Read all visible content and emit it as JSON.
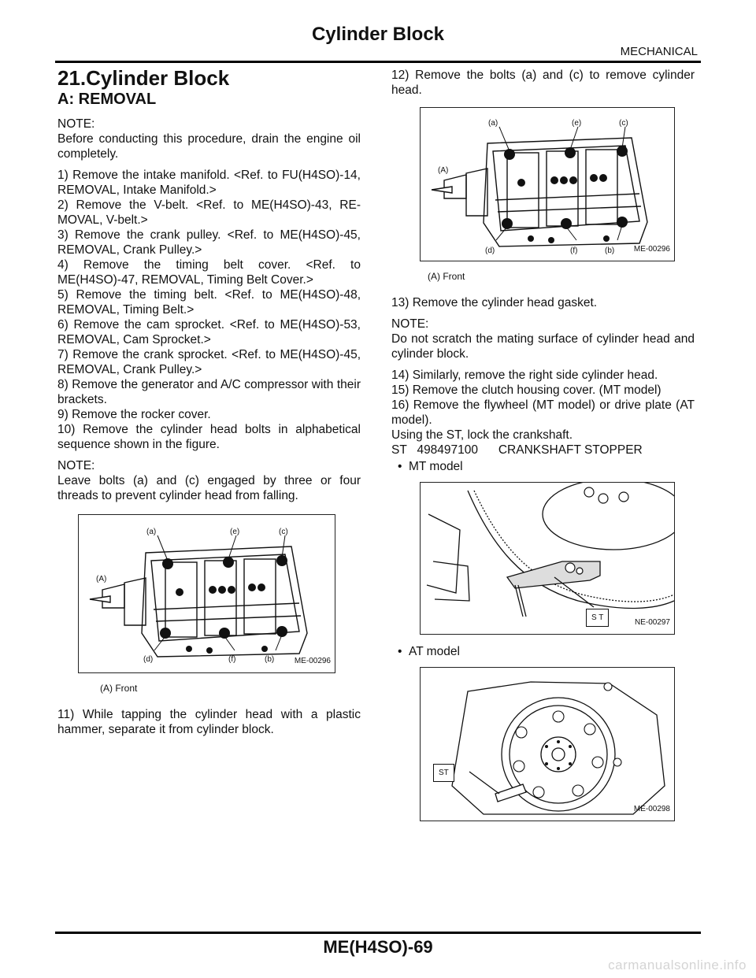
{
  "header": {
    "title": "Cylinder Block",
    "section": "MECHANICAL"
  },
  "main_title": "21.Cylinder Block",
  "sub_title": "A: REMOVAL",
  "left_column": {
    "note1_title": "NOTE:",
    "note1_text": "Before conducting this procedure, drain the engine oil completely.",
    "steps": [
      "1) Remove the intake manifold. <Ref. to FU(H4SO)-14, REMOVAL, Intake Manifold.>",
      "2) Remove the V-belt. <Ref. to ME(H4SO)-43, RE-MOVAL, V-belt.>",
      "3) Remove the crank pulley. <Ref. to ME(H4SO)-45, REMOVAL, Crank Pulley.>",
      "4) Remove the timing belt cover. <Ref. to ME(H4SO)-47, REMOVAL, Timing Belt Cover.>",
      "5) Remove the timing belt. <Ref. to ME(H4SO)-48, REMOVAL, Timing Belt.>",
      "6) Remove the cam sprocket. <Ref. to ME(H4SO)-53, REMOVAL, Cam Sprocket.>",
      "7) Remove the crank sprocket. <Ref. to ME(H4SO)-45, REMOVAL, Crank Pulley.>",
      "8) Remove the generator and A/C compressor with their brackets.",
      "9) Remove the rocker cover.",
      "10) Remove the cylinder head bolts in alphabetical sequence shown in the figure."
    ],
    "note2_title": "NOTE:",
    "note2_text": "Leave bolts (a) and (c) engaged by three or four threads to prevent cylinder head from falling.",
    "step11": "11) While tapping the cylinder head with a plastic hammer, separate it from cylinder block."
  },
  "right_column": {
    "step12": "12) Remove the bolts (a) and (c) to remove cylinder head.",
    "step13": "13) Remove the cylinder head gasket.",
    "note3_title": "NOTE:",
    "note3_text": "Do not scratch the mating surface of cylinder head and cylinder block.",
    "steps2": [
      "14) Similarly, remove the right side cylinder head.",
      "15) Remove the clutch housing cover. (MT model)",
      "16) Remove the flywheel (MT model) or drive plate (AT model).",
      "Using the ST, lock the crankshaft.",
      "ST   498497100      CRANKSHAFT STOPPER"
    ],
    "bullet_mt": "MT model",
    "bullet_at": "AT model"
  },
  "figures": {
    "head": {
      "code": "ME-00296",
      "labels": {
        "a": "(a)",
        "e": "(e)",
        "c": "(c)",
        "A": "(A)",
        "d": "(d)",
        "f": "(f)",
        "b": "(b)"
      },
      "caption": "(A)   Front"
    },
    "mt": {
      "code": "NE-00297",
      "st": "S T"
    },
    "at": {
      "code": "ME-00298",
      "st": "ST"
    }
  },
  "footer": {
    "page": "ME(H4SO)-69"
  },
  "watermark": "carmanualsonline.info"
}
